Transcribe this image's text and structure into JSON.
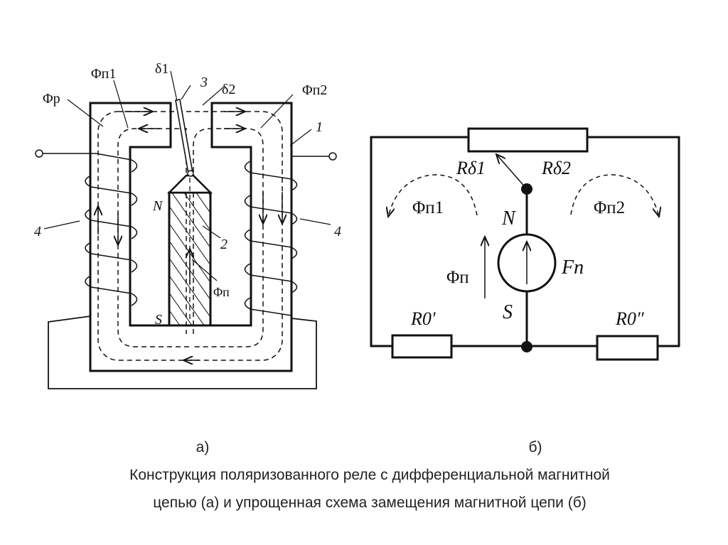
{
  "diagram_a": {
    "labels": {
      "phi_p": "Φp",
      "phi_n1": "Φп1",
      "delta1": "δ1",
      "num3": "3",
      "delta2": "δ2",
      "phi_n2": "Φп2",
      "num1": "1",
      "num4_left": "4",
      "num4_right": "4",
      "north": "N",
      "south": "S",
      "num2": "2",
      "phi_n": "Φп"
    }
  },
  "diagram_b": {
    "labels": {
      "r_delta1": "Rδ1",
      "r_delta2": "Rδ2",
      "phi_n1": "Φп1",
      "phi_n2": "Φп2",
      "north": "N",
      "south": "S",
      "phi_n": "Φп",
      "f_n": "Fп",
      "r0_prime": "R0′",
      "r0_double_prime": "R0″"
    }
  },
  "caption": {
    "label_a": "а)",
    "label_b": "б)",
    "line1": "Конструкция поляризованного реле с дифференциальной магнитной",
    "line2": "цепью (а) и упрощенная схема замещения магнитной цепи (б)"
  }
}
